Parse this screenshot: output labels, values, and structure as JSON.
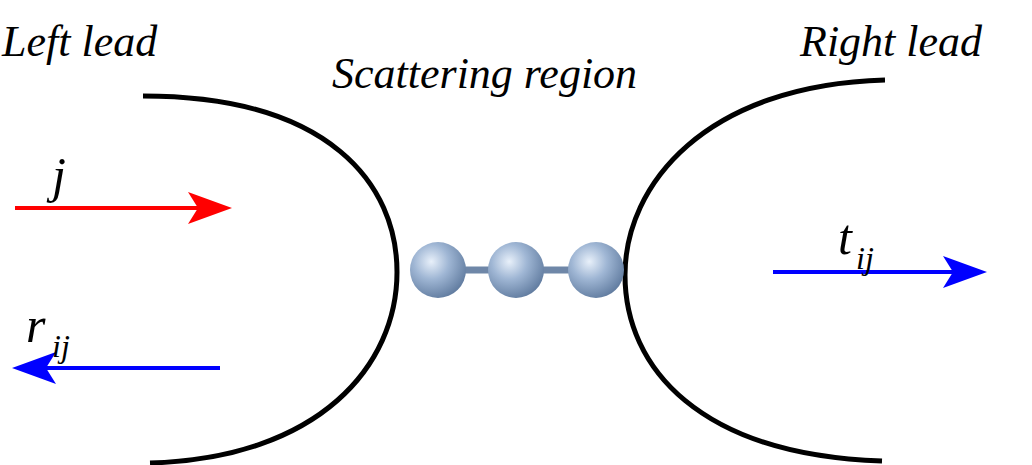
{
  "diagram": {
    "labels": [
      "Left lead",
      "Scattering region",
      "Right lead",
      "j",
      "r",
      "ij",
      "t",
      "ij"
    ]
  }
}
